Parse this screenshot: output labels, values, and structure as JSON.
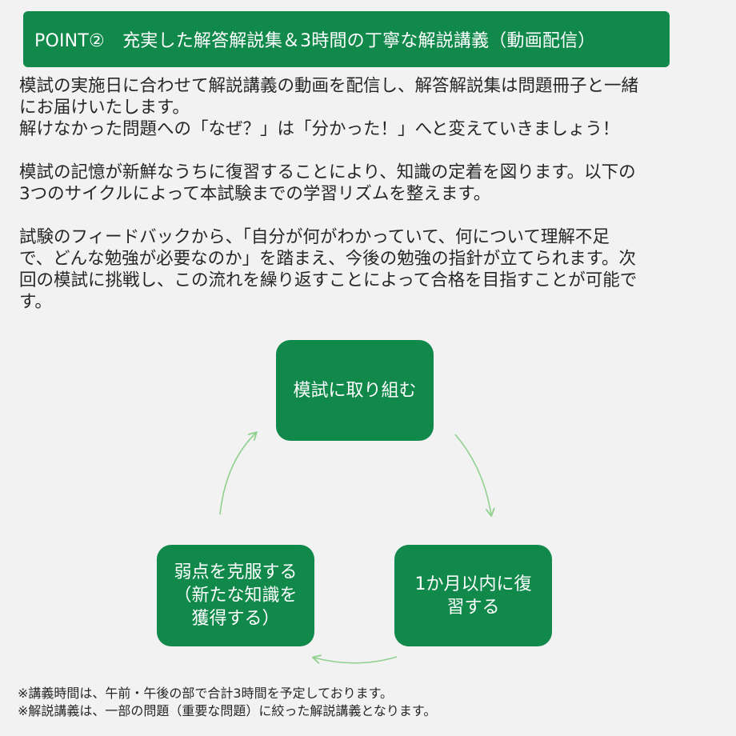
{
  "header": {
    "title": "POINT②　充実した解答解説集＆3時間の丁寧な解説講義（動画配信）"
  },
  "body": {
    "lines1": [
      "模試の実施日に合わせて解説講義の動画を配信し、解答解説集は問題冊子と一緒",
      "にお届けいたします。",
      "解けなかった問題への「なぜ？」は「分かった！」へと変えていきましょう！"
    ],
    "lines2": [
      "模試の記憶が新鮮なうちに復習することにより、知識の定着を図ります。以下の",
      "3つのサイクルによって本試験までの学習リズムを整えます。"
    ],
    "lines3": [
      "試験のフィードバックから、「自分が何がわかっていて、何について理解不足",
      "で、どんな勉強が必要なのか」を踏まえ、今後の勉強の指針が立てられます。次",
      "回の模試に挑戦し、この流れを繰り返すことによって合格を目指すことが可能で",
      "す。"
    ]
  },
  "cycle": {
    "nodes": [
      {
        "id": "top",
        "lines": [
          "模試に取り組む"
        ]
      },
      {
        "id": "right",
        "lines": [
          "1か月以内に復",
          "習する"
        ]
      },
      {
        "id": "left",
        "lines": [
          "弱点を克服する",
          "（新たな知識を",
          "獲得する）"
        ]
      }
    ],
    "arrow_color": "#8fd18f",
    "node_color": "#10894b"
  },
  "notes": [
    "※講義時間は、午前・午後の部で合計3時間を予定しております。",
    "※解説講義は、一部の問題（重要な問題）に絞った解説講義となります。"
  ]
}
